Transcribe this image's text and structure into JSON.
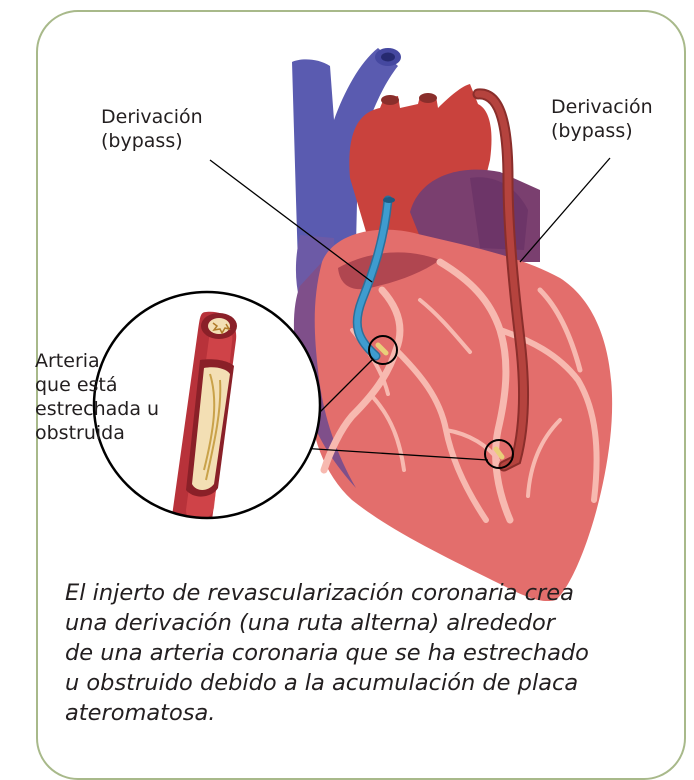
{
  "labels": {
    "bypass_left": [
      "Derivación",
      "(bypass)"
    ],
    "bypass_right": [
      "Derivación",
      "(bypass)"
    ],
    "artery": [
      "Arteria",
      "que está",
      "estrechada u",
      "obstruida"
    ]
  },
  "caption": [
    "El injerto de revascularización coronaria crea",
    "una derivación (una ruta alterna) alrededor",
    "de una arteria coronaria que se ha estrechado",
    "u obstruido debido a la acumulación de placa",
    "ateromatosa."
  ],
  "colors": {
    "frame": "#a8b98a",
    "vein": "#5a5bb0",
    "heart": "#e36e6c",
    "aorta": "#c9423d",
    "vessel": "#f7b9b0",
    "graft_vein": "#3e9ccf",
    "graft_artery": "#b5433e"
  }
}
